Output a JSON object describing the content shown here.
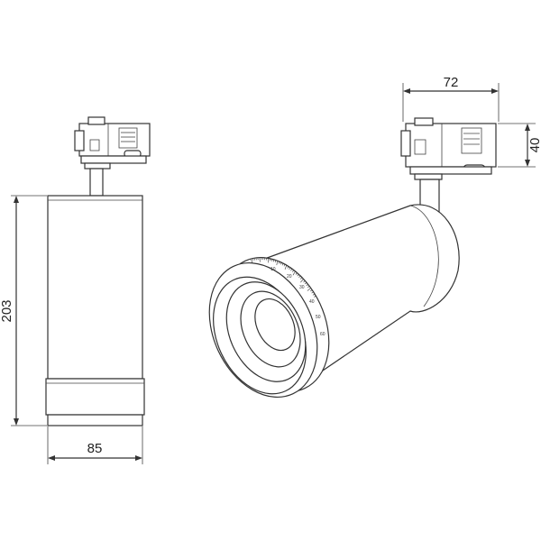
{
  "dimensions": {
    "height_label": "203",
    "width_label": "85",
    "adapter_width_label": "72",
    "adapter_height_label": "40"
  },
  "dial_scale": {
    "labels": [
      "10",
      "20",
      "30",
      "40",
      "50",
      "60"
    ]
  },
  "colors": {
    "line": "#333333",
    "background": "#ffffff"
  }
}
